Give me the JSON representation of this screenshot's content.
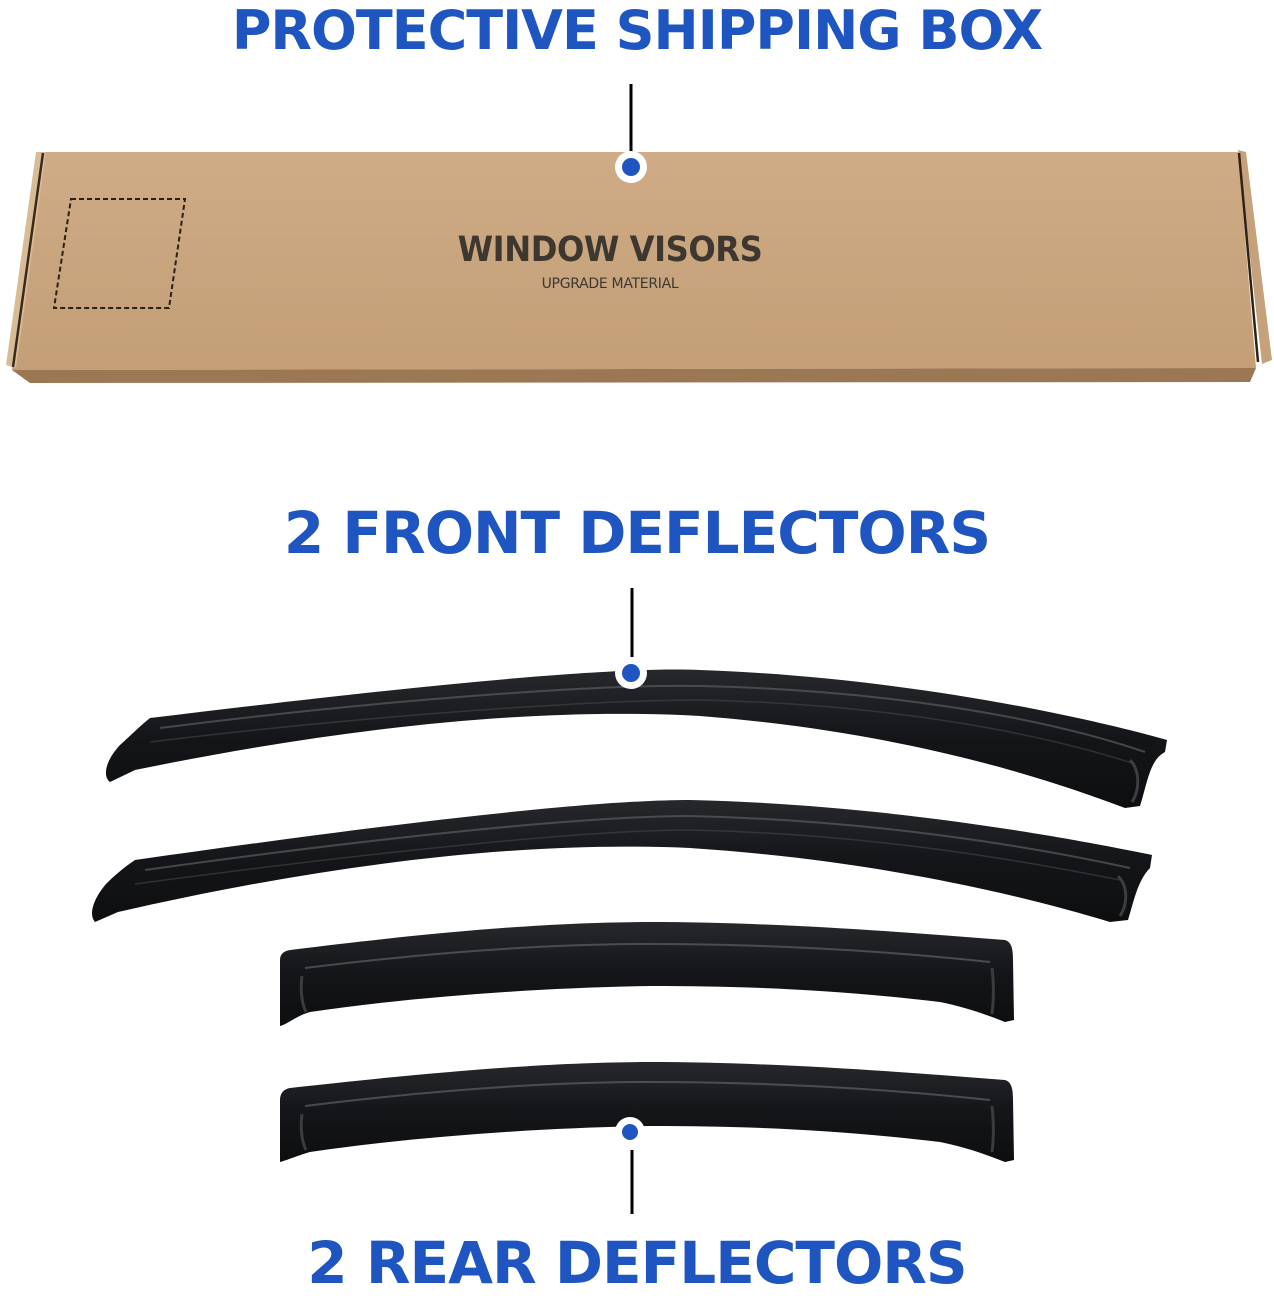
{
  "colors": {
    "accent": "#1F55C0",
    "background": "#FFFFFF",
    "box_kraft": "#C9A47E",
    "box_kraft_dark": "#8E6A48",
    "box_text": "#3E3730",
    "deflector": "#16171A",
    "deflector_highlight": "#5A5C60",
    "leader_line": "#000000"
  },
  "sections": [
    {
      "id": "box",
      "title": "PROTECTIVE SHIPPING BOX"
    },
    {
      "id": "front",
      "title": "2 FRONT DEFLECTORS"
    },
    {
      "id": "rear",
      "title": "2 REAR DEFLECTORS"
    }
  ],
  "box": {
    "brand_text": "WINDOW VISORS",
    "sub_text": "UPGRADE MATERIAL"
  },
  "icons": {
    "callout_dot": "blue-dot-with-white-ring",
    "leader": "vertical-line"
  }
}
